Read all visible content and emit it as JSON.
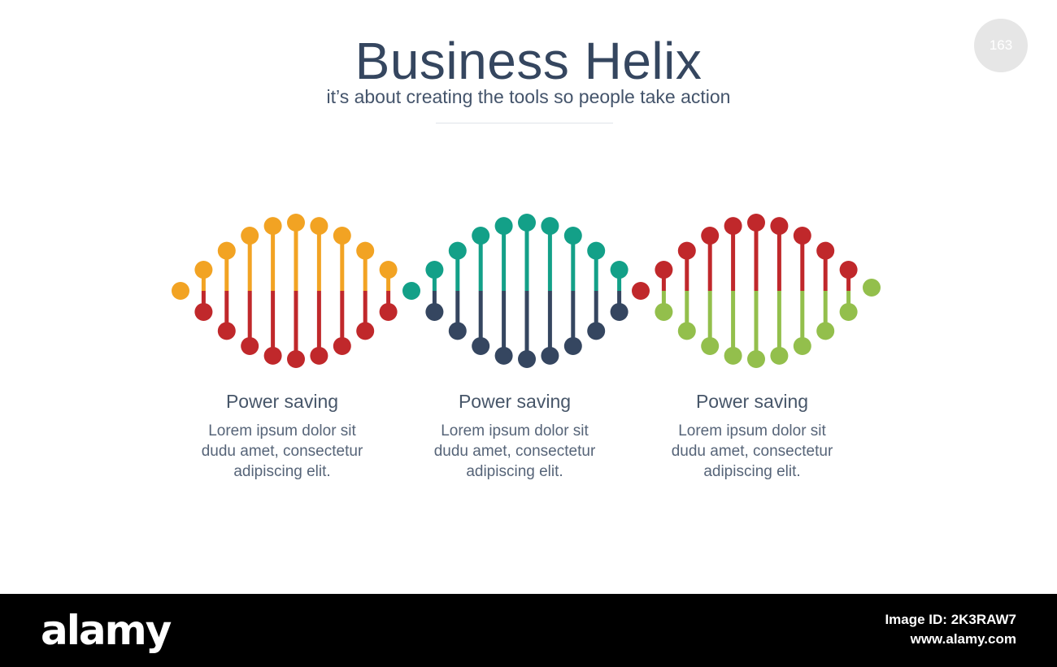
{
  "slide": {
    "title": "Business Helix",
    "subtitle": "it’s about creating the tools so people take action",
    "page_number": "163"
  },
  "helix": {
    "strands": [
      {
        "top_color": "#f2a323",
        "bottom_color": "#c0282b"
      },
      {
        "top_color": "#13a088",
        "bottom_color": "#354660"
      },
      {
        "top_color": "#c0282b",
        "bottom_color": "#93bf4c"
      }
    ]
  },
  "captions": [
    {
      "heading": "Power saving",
      "body": [
        "Lorem ipsum dolor sit",
        "dudu amet, consectetur",
        "adipiscing elit."
      ]
    },
    {
      "heading": "Power saving",
      "body": [
        "Lorem ipsum dolor sit",
        "dudu amet, consectetur",
        "adipiscing elit."
      ]
    },
    {
      "heading": "Power saving",
      "body": [
        "Lorem ipsum dolor sit",
        "dudu amet, consectetur",
        "adipiscing elit."
      ]
    }
  ],
  "watermark": {
    "logo": "alamy",
    "image_id": "Image ID: 2K3RAW7",
    "url": "www.alamy.com"
  }
}
